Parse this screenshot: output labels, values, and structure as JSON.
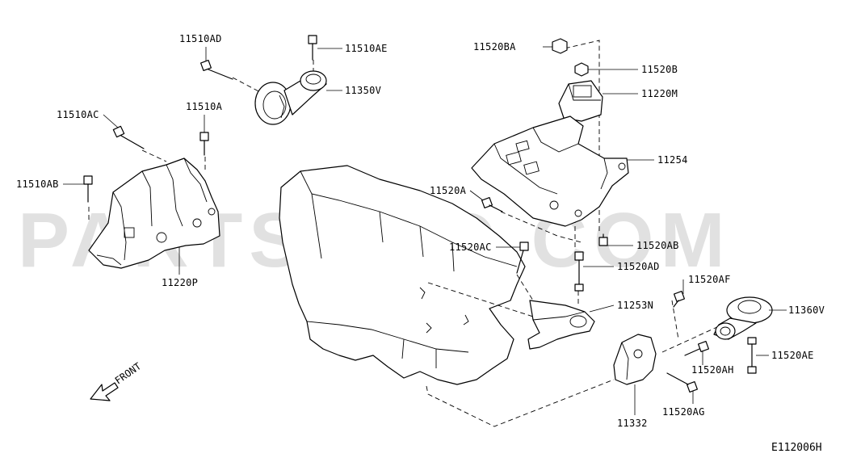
{
  "diagram": {
    "callouts": {
      "c11510AD": "11510AD",
      "c11510AE": "11510AE",
      "c11350V": "11350V",
      "c11510AC": "11510AC",
      "c11510A": "11510A",
      "c11510AB": "11510AB",
      "c11220P": "11220P",
      "c11520BA": "11520BA",
      "c11520B": "11520B",
      "c11220M": "11220M",
      "c11254": "11254",
      "c11520A": "11520A",
      "c11520AC": "11520AC",
      "c11520AB": "11520AB",
      "c11520AD": "11520AD",
      "c11520AF": "11520AF",
      "c11253N": "11253N",
      "c11360V": "11360V",
      "c11520AE": "11520AE",
      "c11520AH": "11520AH",
      "c11520AG": "11520AG",
      "c11332": "11332"
    },
    "front_label": "FRONT",
    "figure_code": "E112006H",
    "watermark": "PARTSOUQ.COM"
  }
}
